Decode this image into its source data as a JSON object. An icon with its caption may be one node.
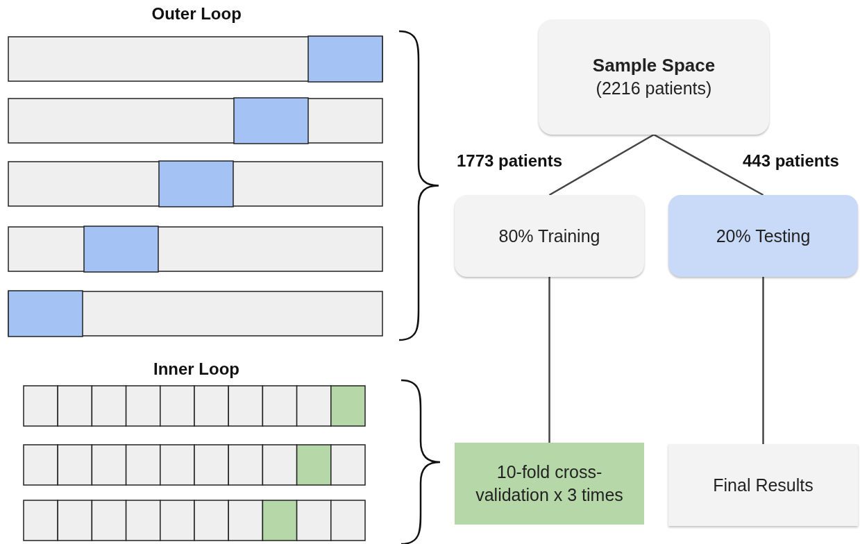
{
  "diagram": {
    "nodes": [
      {
        "text": [
          "Sample Space",
          "(2216 patients)"
        ]
      },
      {
        "text": [
          "80% Training"
        ]
      },
      {
        "text": [
          "20% Testing"
        ]
      },
      {
        "text": [
          "10-fold cross-validation x 3 times"
        ]
      },
      {
        "text": [
          "Final Results"
        ]
      }
    ],
    "edges": [
      {
        "from": 0,
        "to": 1,
        "arrow": "none",
        "label": "1773 patients"
      },
      {
        "from": 0,
        "to": 2,
        "arrow": "none",
        "label": "443 patients"
      },
      {
        "from": 1,
        "to": 3,
        "arrow": "none"
      },
      {
        "from": 2,
        "to": 4,
        "arrow": "none"
      }
    ],
    "labels": [
      "Outer Loop",
      "Inner Loop"
    ]
  }
}
